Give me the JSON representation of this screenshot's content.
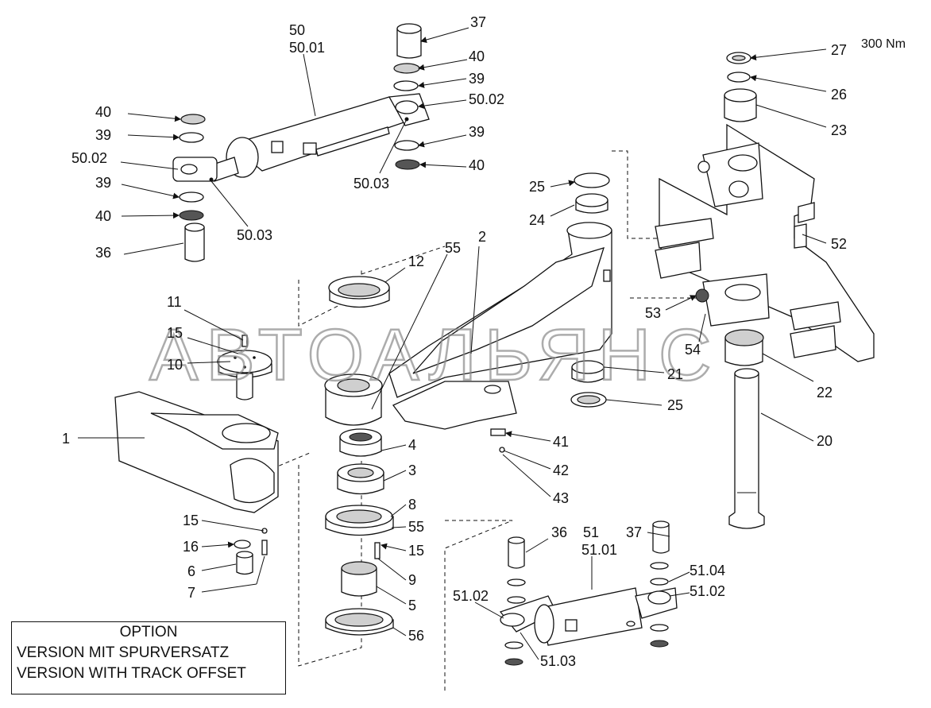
{
  "torque_note": "300 Nm",
  "watermark": "АВТОАЛЬЯНС",
  "option": {
    "title": "OPTION",
    "line1": "VERSION MIT SPURVERSATZ",
    "line2": "VERSION WITH TRACK OFFSET"
  },
  "callouts": [
    {
      "id": "c50",
      "text": "50"
    },
    {
      "id": "c5001",
      "text": "50.01"
    },
    {
      "id": "c37a",
      "text": "37"
    },
    {
      "id": "c40a",
      "text": "40"
    },
    {
      "id": "c39a",
      "text": "39"
    },
    {
      "id": "c5002a",
      "text": "50.02"
    },
    {
      "id": "c39b",
      "text": "39"
    },
    {
      "id": "c40b",
      "text": "40"
    },
    {
      "id": "c5003a",
      "text": "50.03"
    },
    {
      "id": "c40c",
      "text": "40"
    },
    {
      "id": "c39c",
      "text": "39"
    },
    {
      "id": "c5002b",
      "text": "50.02"
    },
    {
      "id": "c39d",
      "text": "39"
    },
    {
      "id": "c40d",
      "text": "40"
    },
    {
      "id": "c5003b",
      "text": "50.03"
    },
    {
      "id": "c36a",
      "text": "36"
    },
    {
      "id": "c27",
      "text": "27"
    },
    {
      "id": "c26",
      "text": "26"
    },
    {
      "id": "c23",
      "text": "23"
    },
    {
      "id": "c25a",
      "text": "25"
    },
    {
      "id": "c24",
      "text": "24"
    },
    {
      "id": "c52",
      "text": "52"
    },
    {
      "id": "c2",
      "text": "2"
    },
    {
      "id": "c55a",
      "text": "55"
    },
    {
      "id": "c12",
      "text": "12"
    },
    {
      "id": "c11",
      "text": "11"
    },
    {
      "id": "c15a",
      "text": "15"
    },
    {
      "id": "c10",
      "text": "10"
    },
    {
      "id": "c53",
      "text": "53"
    },
    {
      "id": "c54",
      "text": "54"
    },
    {
      "id": "c21",
      "text": "21"
    },
    {
      "id": "c22",
      "text": "22"
    },
    {
      "id": "c25b",
      "text": "25"
    },
    {
      "id": "c1",
      "text": "1"
    },
    {
      "id": "c4",
      "text": "4"
    },
    {
      "id": "c3",
      "text": "3"
    },
    {
      "id": "c41",
      "text": "41"
    },
    {
      "id": "c42",
      "text": "42"
    },
    {
      "id": "c43",
      "text": "43"
    },
    {
      "id": "c20",
      "text": "20"
    },
    {
      "id": "c8",
      "text": "8"
    },
    {
      "id": "c55b",
      "text": "55"
    },
    {
      "id": "c15b",
      "text": "15"
    },
    {
      "id": "c15c",
      "text": "15"
    },
    {
      "id": "c16",
      "text": "16"
    },
    {
      "id": "c6",
      "text": "6"
    },
    {
      "id": "c7",
      "text": "7"
    },
    {
      "id": "c9",
      "text": "9"
    },
    {
      "id": "c5",
      "text": "5"
    },
    {
      "id": "c56",
      "text": "56"
    },
    {
      "id": "c36b",
      "text": "36"
    },
    {
      "id": "c51",
      "text": "51"
    },
    {
      "id": "c5101",
      "text": "51.01"
    },
    {
      "id": "c37b",
      "text": "37"
    },
    {
      "id": "c5104",
      "text": "51.04"
    },
    {
      "id": "c5102a",
      "text": "51.02"
    },
    {
      "id": "c5102b",
      "text": "51.02"
    },
    {
      "id": "c5103",
      "text": "51.03"
    }
  ]
}
